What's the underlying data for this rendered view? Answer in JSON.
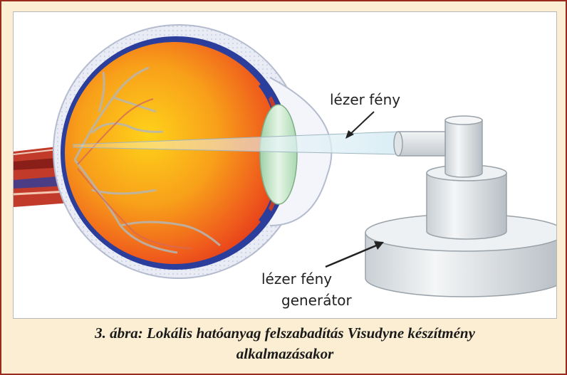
{
  "diagram": {
    "labels": {
      "laser_light": "lézer fény",
      "laser_generator_line1": "lézer fény",
      "laser_generator_line2": "generátor"
    }
  },
  "caption": {
    "line1": "3. ábra: Lokális hatóanyag felszabadítás Visudyne készítmény",
    "line2": "alkalmazásakor"
  },
  "colors": {
    "frame_border": "#9b2a1e",
    "caption_background": "#fbeed2",
    "eye_interior": "#f05a1e",
    "eye_choroid": "#2c3e9c",
    "lens": "#bfe3c6"
  }
}
